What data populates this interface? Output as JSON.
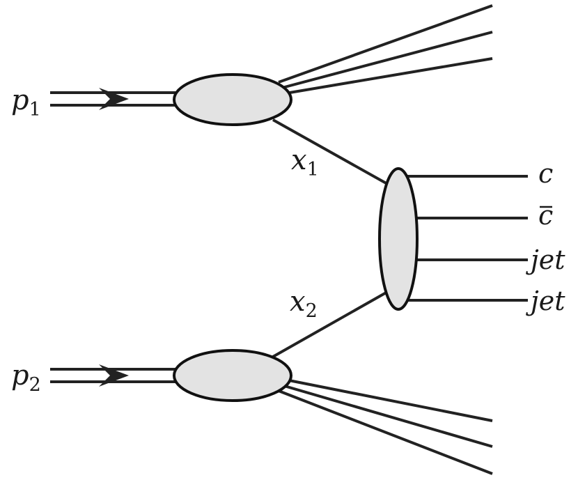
{
  "colors": {
    "stroke": "#222222",
    "blob_fill": "#e3e3e3",
    "background": "#ffffff"
  },
  "labels": {
    "p1": {
      "base": "p",
      "sub": "1"
    },
    "p2": {
      "base": "p",
      "sub": "2"
    },
    "x1": {
      "base": "x",
      "sub": "1"
    },
    "x2": {
      "base": "x",
      "sub": "2"
    },
    "out_c": "c",
    "out_cbar": "c",
    "out_jet1": "jet",
    "out_jet2": "jet"
  },
  "icons": {
    "incoming_arrow": "double-line-arrow-icon"
  }
}
